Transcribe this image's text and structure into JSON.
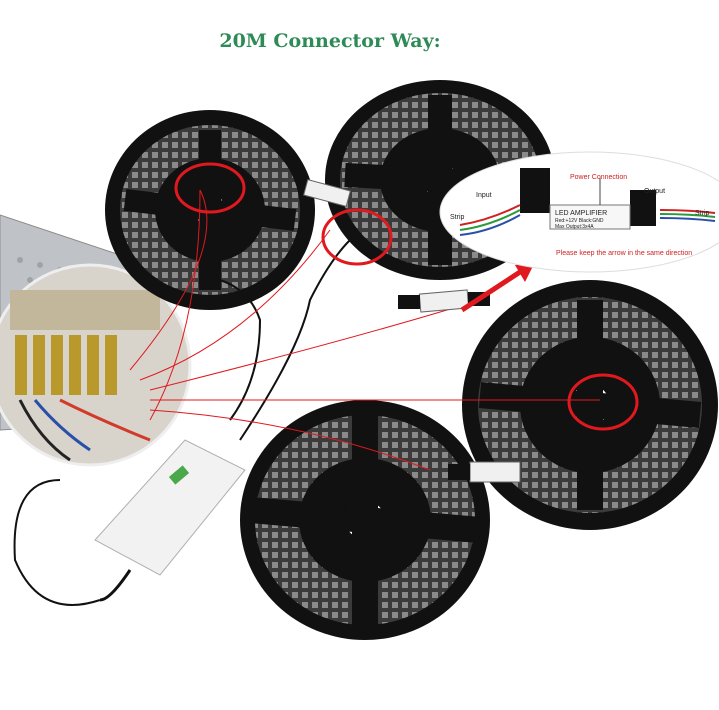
{
  "title": "20M Connector Way:",
  "callout": {
    "power_connection": "Power Connection",
    "input": "Input",
    "output": "Output",
    "strip_left": "Strip",
    "strip_right": "Strip",
    "amp_name": "LED AMPLIFIER",
    "amp_spec_1": "Red:+12V Black:GND",
    "amp_spec_2": "Max Output:3x4A",
    "note": "Please keep the arrow in the same direction"
  },
  "colors": {
    "title": "#2e8b57",
    "highlight": "#e0191e",
    "reel": "#1a1a1a"
  }
}
